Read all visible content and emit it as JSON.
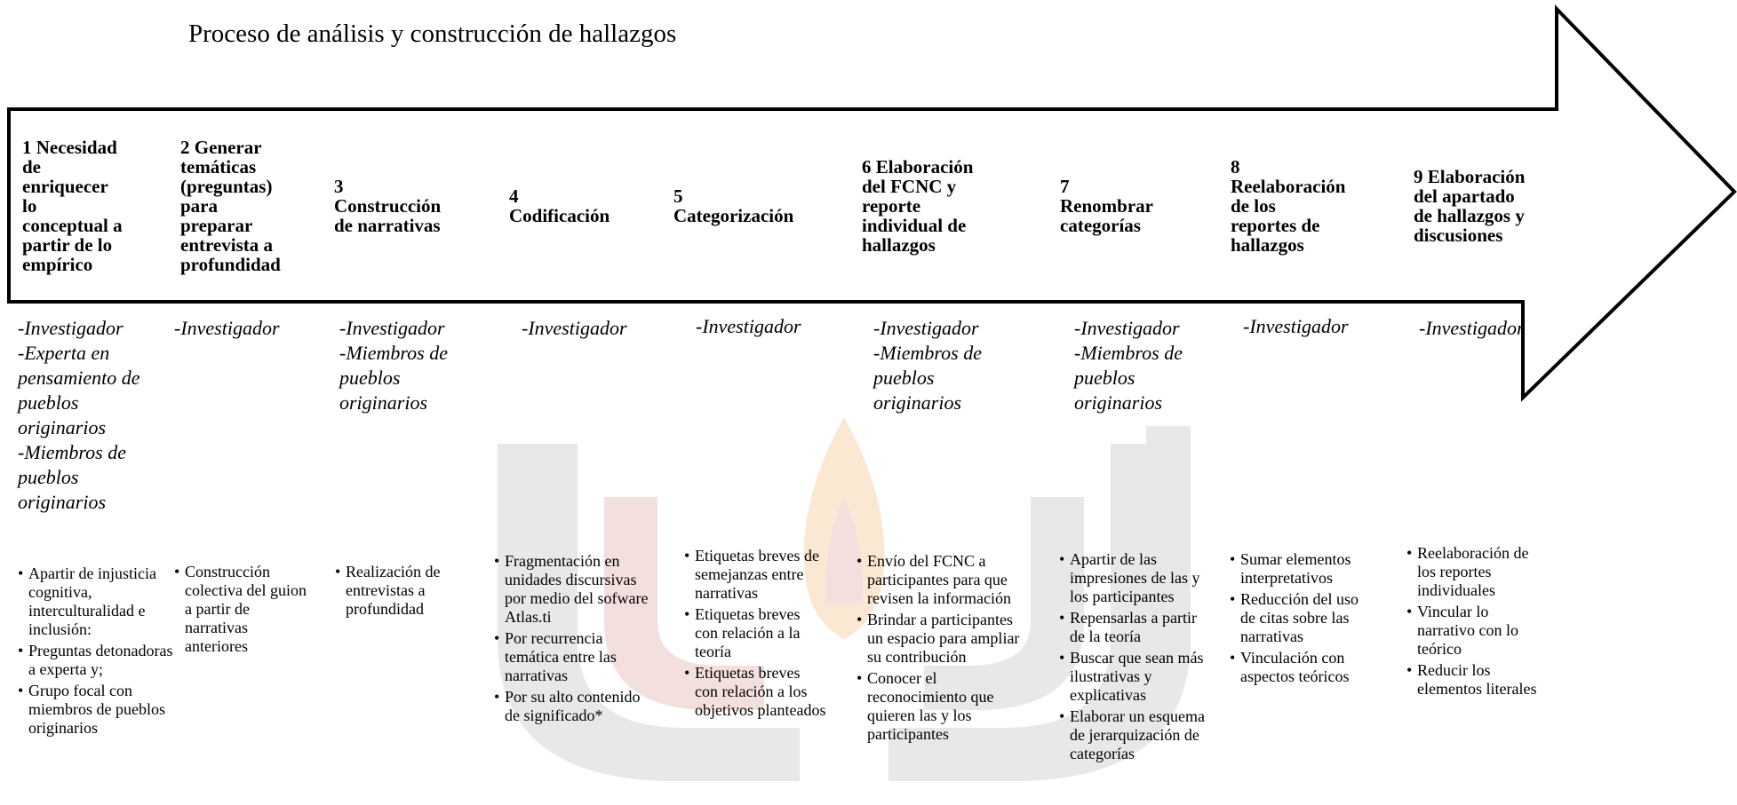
{
  "title": "Proceso de análisis y construcción de hallazgos",
  "steps": [
    {
      "title": "1 Necesidad\nde\nenriquecer\nlo\nconceptual a\npartir de lo\nempírico",
      "actors": "-Investigador\n-Experta en\npensamiento de\npueblos\noriginarios\n-Miembros de\npueblos\noriginarios",
      "actions": [
        "Apartir de injusticia cognitiva, interculturalidad e inclusión:",
        "Preguntas detonadoras a experta y;",
        "Grupo focal con miembros de pueblos originarios"
      ]
    },
    {
      "title": "2 Generar\ntemáticas\n(preguntas)\npara\npreparar\nentrevista a\nprofundidad",
      "actors": "-Investigador",
      "actions": [
        "Construcción colectiva del guion a partir de narrativas anteriores"
      ]
    },
    {
      "title": "3\nConstrucción\nde narrativas",
      "actors": "-Investigador\n-Miembros de\npueblos\noriginarios",
      "actions": [
        "Realización de entrevistas a profundidad"
      ]
    },
    {
      "title": "4\nCodificación",
      "actors": "-Investigador",
      "actions": [
        "Fragmentación en unidades discursivas por medio del sofware Atlas.ti",
        "Por recurrencia temática entre las narrativas",
        "Por su alto contenido de significado*"
      ]
    },
    {
      "title": "5\nCategorización",
      "actors": "-Investigador",
      "actions": [
        "Etiquetas breves de semejanzas entre narrativas",
        "Etiquetas breves con relación a la teoría",
        "Etiquetas breves con relación a los objetivos planteados"
      ]
    },
    {
      "title": "6 Elaboración\ndel FCNC y\nreporte\nindividual de\nhallazgos",
      "actors": "-Investigador\n-Miembros de\npueblos\noriginarios",
      "actions": [
        "Envío del FCNC a participantes para que revisen la información",
        "Brindar a participantes un espacio para ampliar su contribución",
        "Conocer el reconocimiento que quieren las y los participantes"
      ]
    },
    {
      "title": "7\nRenombrar\ncategorías",
      "actors": "-Investigador\n-Miembros de\npueblos\noriginarios",
      "actions": [
        "Apartir de las impresiones de las y los participantes",
        "Repensarlas a partir de la teoría",
        "Buscar que sean más ilustrativas y explicativas",
        "Elaborar un esquema de jerarquización de categorías"
      ]
    },
    {
      "title": "8\nReelaboración\nde los\nreportes de\nhallazgos",
      "actors": "-Investigador",
      "actions": [
        "Sumar elementos interpretativos",
        "Reducción del uso de citas sobre las narrativas",
        "Vinculación con aspectos teóricos"
      ]
    },
    {
      "title": "9 Elaboración\ndel apartado\nde hallazgos y\ndiscusiones",
      "actors": "-Investigador",
      "actions": [
        "Reelaboración de los reportes individuales",
        "Vincular lo narrativo con lo teórico",
        "Reducir los elementos literales"
      ]
    }
  ],
  "colors": {
    "outline": "#000000",
    "watermark_gray": "#e6e6e9",
    "watermark_red": "#f3dcdc",
    "watermark_orange": "#fbe6cf"
  }
}
